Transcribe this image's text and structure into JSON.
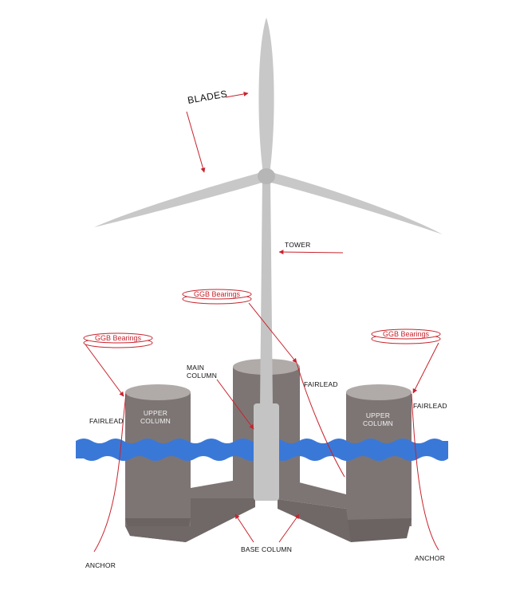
{
  "colors": {
    "accent": "#c8232c",
    "turbine": "#c4c4c4",
    "column": "#7d7574",
    "water": "#3a78d8"
  },
  "labels": {
    "blades": "BLADES",
    "tower": "TOWER",
    "ggb_center": "GGB Bearings",
    "ggb_left": "GGB Bearings",
    "ggb_right": "GGB Bearings",
    "main_column_line1": "MAIN",
    "main_column_line2": "COLUMN",
    "upper_column_left_line1": "UPPER",
    "upper_column_left_line2": "COLUMN",
    "upper_column_right_line1": "UPPER",
    "upper_column_right_line2": "COLUMN",
    "fairlead_left": "FAIRLEAD",
    "fairlead_center": "FAIRLEAD",
    "fairlead_right": "FAIRLEAD",
    "base_column": "BASE COLUMN",
    "anchor_left": "ANCHOR",
    "anchor_right": "ANCHOR"
  }
}
